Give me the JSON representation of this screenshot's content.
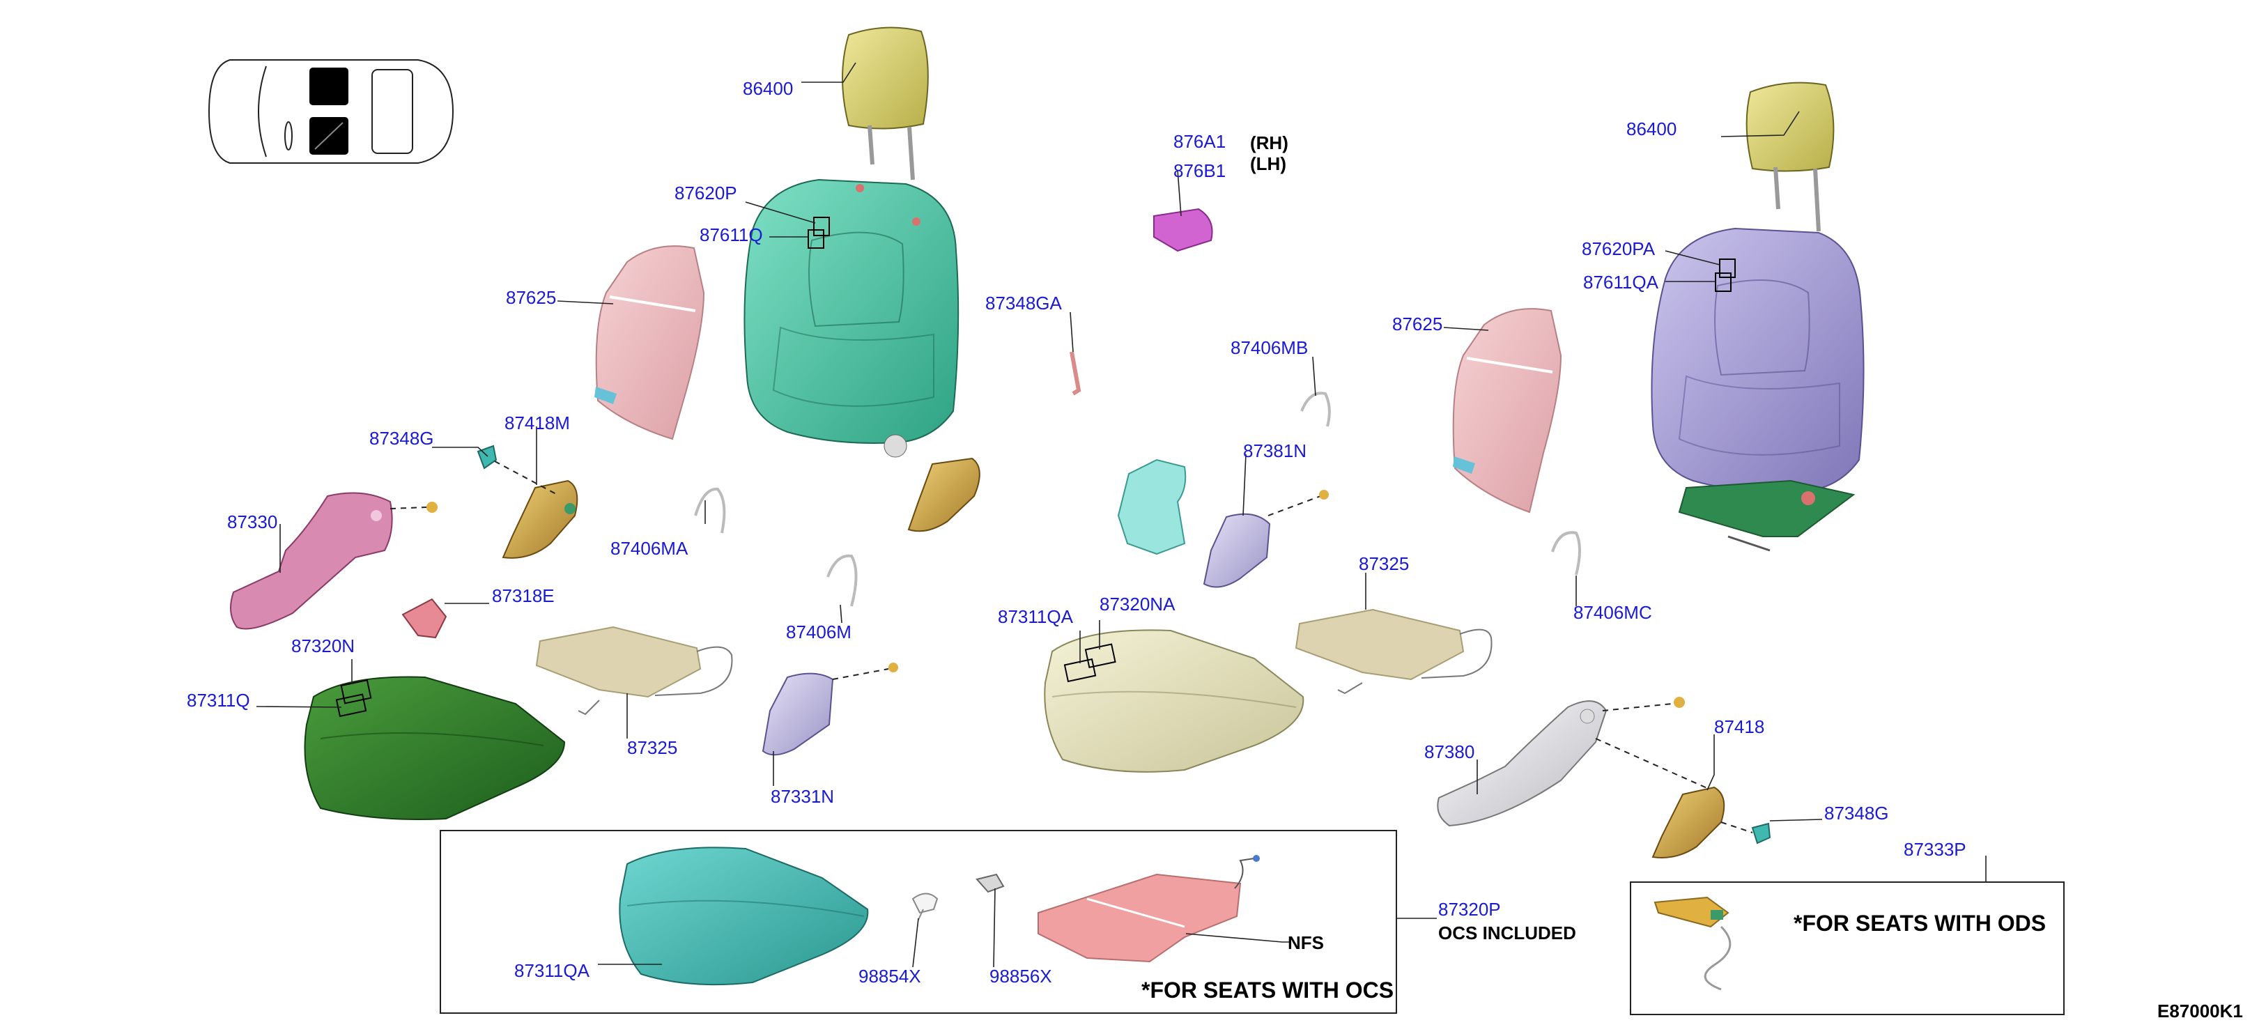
{
  "labels": {
    "p86400_a": "86400",
    "p86400_b": "86400",
    "p876A1": "876A1",
    "p876B1": "876B1",
    "rh": "(RH)",
    "lh": "(LH)",
    "p87620P": "87620P",
    "p87611Q": "87611Q",
    "p87620PA": "87620PA",
    "p87611QA": "87611QA",
    "p87625_a": "87625",
    "p87625_b": "87625",
    "p87348GA": "87348GA",
    "p87406MB": "87406MB",
    "p87348G_a": "87348G",
    "p87348G_b": "87348G",
    "p87418M": "87418M",
    "p87418": "87418",
    "p87330": "87330",
    "p87406MA": "87406MA",
    "p87381N": "87381N",
    "p87318E": "87318E",
    "p87320N": "87320N",
    "p87320NA": "87320NA",
    "p87311Q": "87311Q",
    "p87311QA_a": "87311QA",
    "p87311QA_b": "87311QA",
    "p87406M": "87406M",
    "p87406MC": "87406MC",
    "p87325_a": "87325",
    "p87325_b": "87325",
    "p87331N": "87331N",
    "p87380": "87380",
    "p87333P": "87333P",
    "p87320P": "87320P",
    "p98854X": "98854X",
    "p98856X": "98856X"
  },
  "notes": {
    "nfs": "NFS",
    "ocs_included": "OCS INCLUDED",
    "for_seats_ocs": "*FOR SEATS WITH OCS",
    "for_seats_ods": "*FOR SEATS WITH ODS",
    "diagram_code": "E87000K1"
  },
  "colors": {
    "part_label": "#1a1ad2",
    "headrest": "#d9d36a",
    "seatback_front": "#4fc9a8",
    "seatback_rear": "#a8a0d6",
    "pad_pink": "#e8b4b8",
    "cushion_green": "#2e7d2e",
    "cushion_cream": "#e3e0b8",
    "cushion_teal": "#3fb8b0",
    "finisher_pink": "#d88ab0",
    "knob_gold": "#c9a04a",
    "mat_tan": "#ddd3b0",
    "mat_pink": "#f0a0a0",
    "magenta_module": "#d264d2",
    "silver_finisher": "#cfcfd6"
  }
}
